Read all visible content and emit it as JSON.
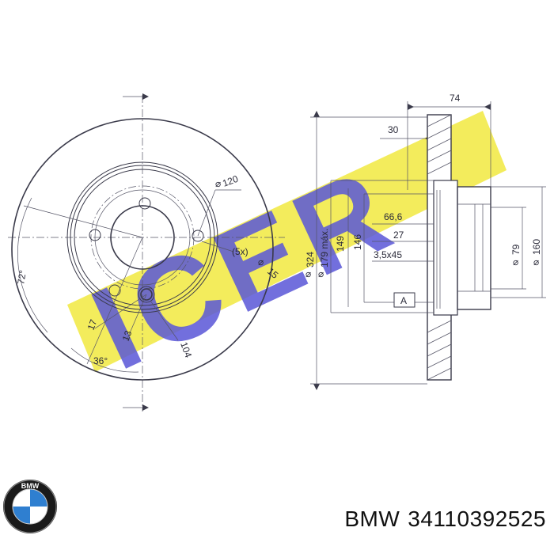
{
  "watermark": {
    "text": "ICER",
    "color": "#f2ea4a",
    "text_color": "#5a57d8"
  },
  "front_view": {
    "dimensions": {
      "bolt_circle": "120",
      "bolt_count": "(5x)",
      "bolt_hole": "15",
      "hole_17": "17",
      "hole_13": "13",
      "bore": "104",
      "angle_72": "72°",
      "angle_36": "36°"
    }
  },
  "section_view": {
    "dimensions": {
      "total_width": "74",
      "disc_thickness": "30",
      "outer_diameter": "324",
      "friction_max": "179 máx.",
      "hub_149": "149",
      "hub_146": "146",
      "height_66_6": "66,6",
      "offset_27": "27",
      "chamfer": "3,5x45",
      "diameter_79": "79",
      "diameter_160": "160",
      "datum": "A"
    }
  },
  "caption": {
    "brand": "BMW",
    "part_number": "34110392525",
    "logo_letters": "BMW",
    "logo_colors": {
      "ring": "#1a1a1a",
      "blue": "#2f7fd0",
      "white": "#ffffff"
    }
  }
}
